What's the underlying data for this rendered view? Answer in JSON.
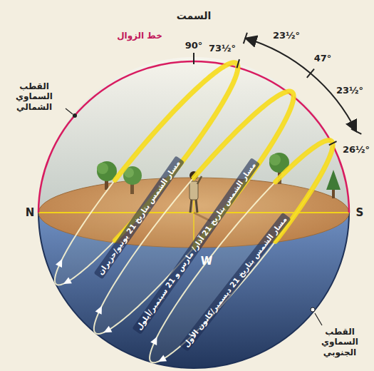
{
  "diagram": {
    "labels": [
      "السمت",
      "خط الزوال",
      "90°",
      "73½°",
      "23½°",
      "47°",
      "23½°",
      "26½°",
      "القطب السماوي الشمالي",
      "القطب السماوي الجنوبي",
      "N",
      "S",
      "W",
      "مسار الشمس بتاريخ 21 يونيو/حزيران",
      "مسار الشمس بتاريخ 21 آذار/ مارس و 21 سبتمبر/أيلول",
      "مسار الشمس بتاريخ 21 ديسمبر/كانون الأول"
    ]
  }
}
